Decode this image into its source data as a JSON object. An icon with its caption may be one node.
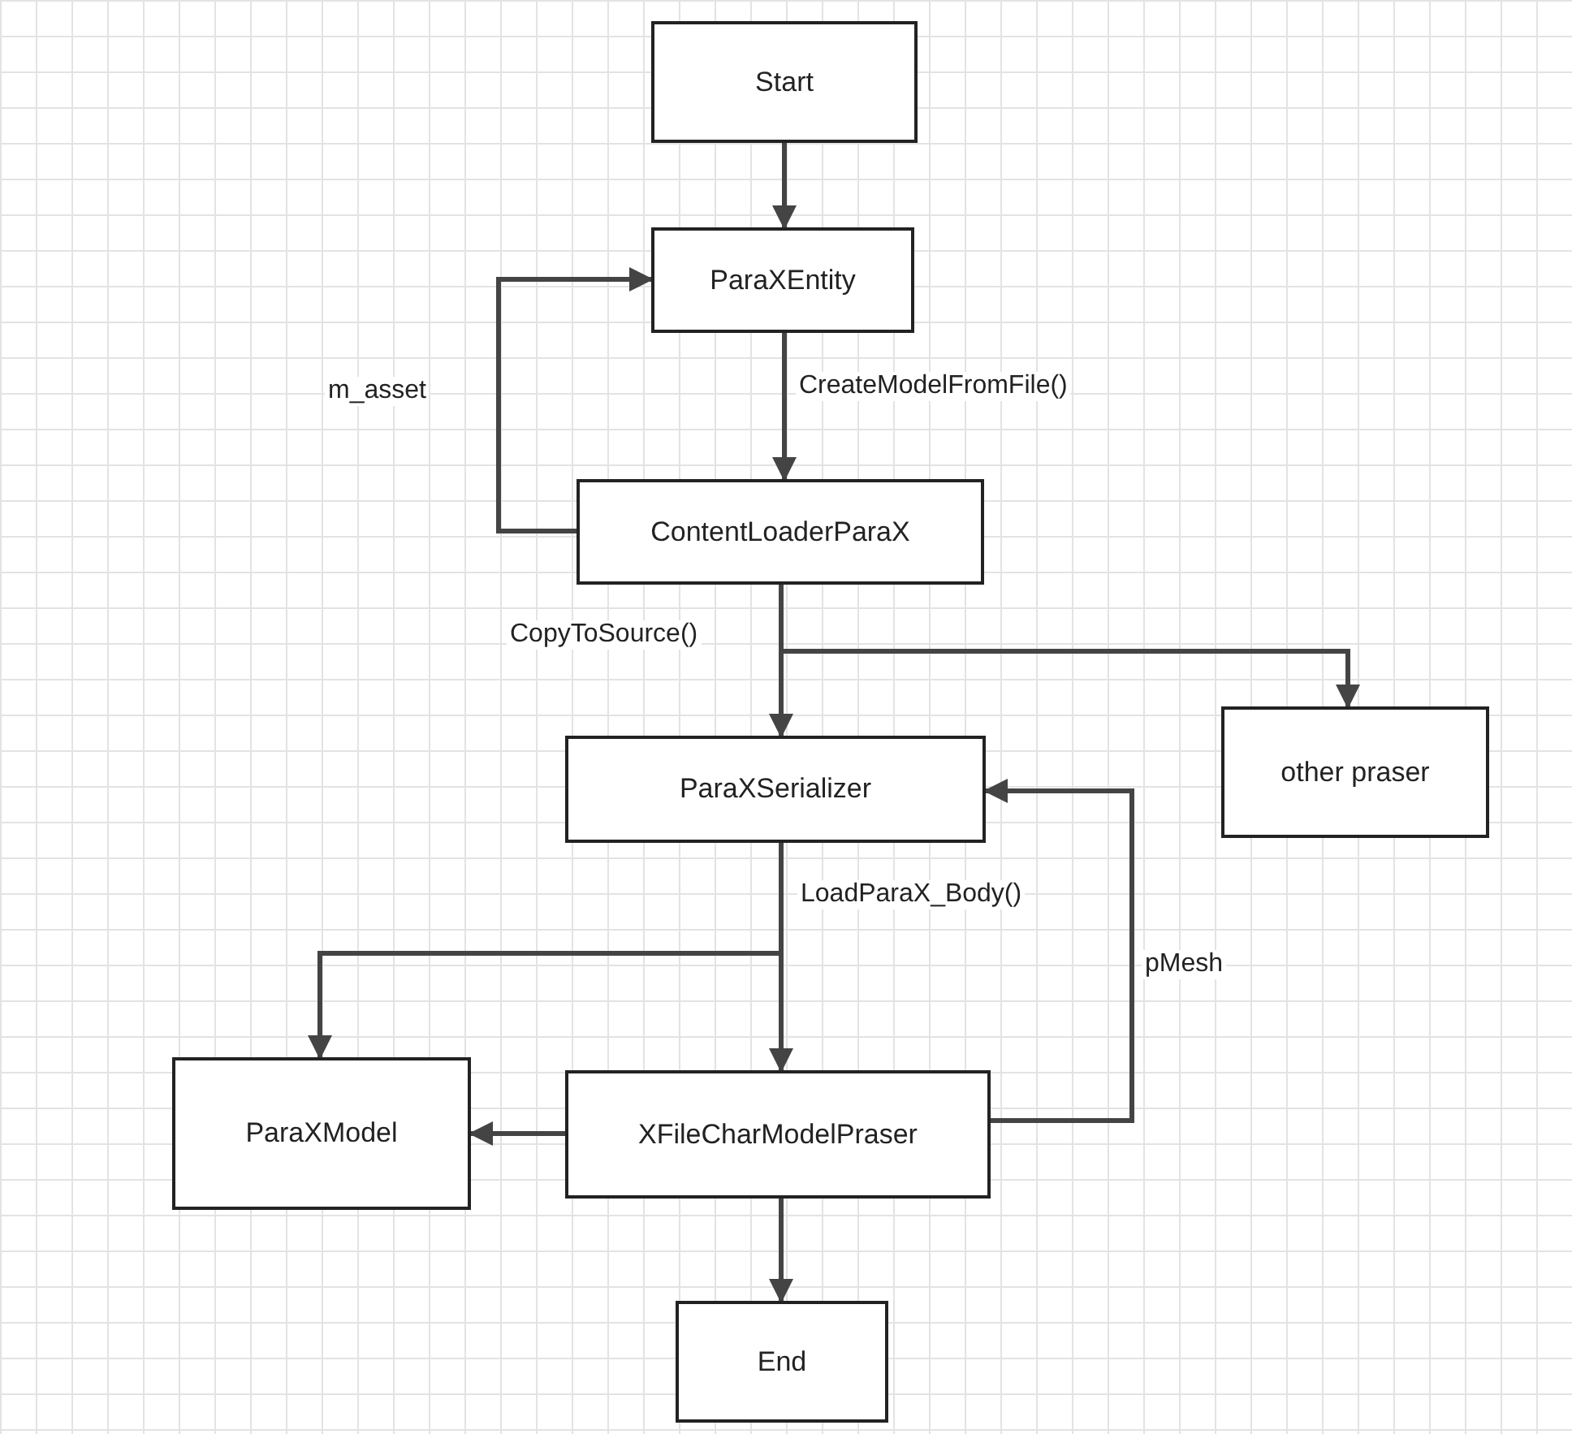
{
  "diagram": {
    "nodes": [
      {
        "text": [
          "Start"
        ]
      },
      {
        "text": [
          "ParaXEntity"
        ]
      },
      {
        "text": [
          "ContentLoaderParaX"
        ]
      },
      {
        "text": [
          "ParaXSerializer"
        ]
      },
      {
        "text": [
          "other praser"
        ]
      },
      {
        "text": [
          "ParaXModel"
        ]
      },
      {
        "text": [
          "XFileCharModelPraser"
        ]
      },
      {
        "text": [
          "End"
        ]
      }
    ],
    "edges": [
      {
        "from": 0,
        "to": 1,
        "arrow": "to"
      },
      {
        "from": 1,
        "to": 2,
        "arrow": "to",
        "label": "CreateModelFromFile()"
      },
      {
        "from": 2,
        "to": 1,
        "arrow": "to",
        "label": "m_asset"
      },
      {
        "from": 2,
        "to": 3,
        "arrow": "to",
        "label": "CopyToSource()"
      },
      {
        "from": 2,
        "to": 4,
        "arrow": "to"
      },
      {
        "from": 3,
        "to": 6,
        "arrow": "to",
        "label": "LoadParaX_Body()"
      },
      {
        "from": 3,
        "to": 5,
        "arrow": "to"
      },
      {
        "from": 6,
        "to": 5,
        "arrow": "to"
      },
      {
        "from": 6,
        "to": 3,
        "arrow": "to",
        "label": "pMesh"
      },
      {
        "from": 6,
        "to": 7,
        "arrow": "to"
      }
    ]
  }
}
